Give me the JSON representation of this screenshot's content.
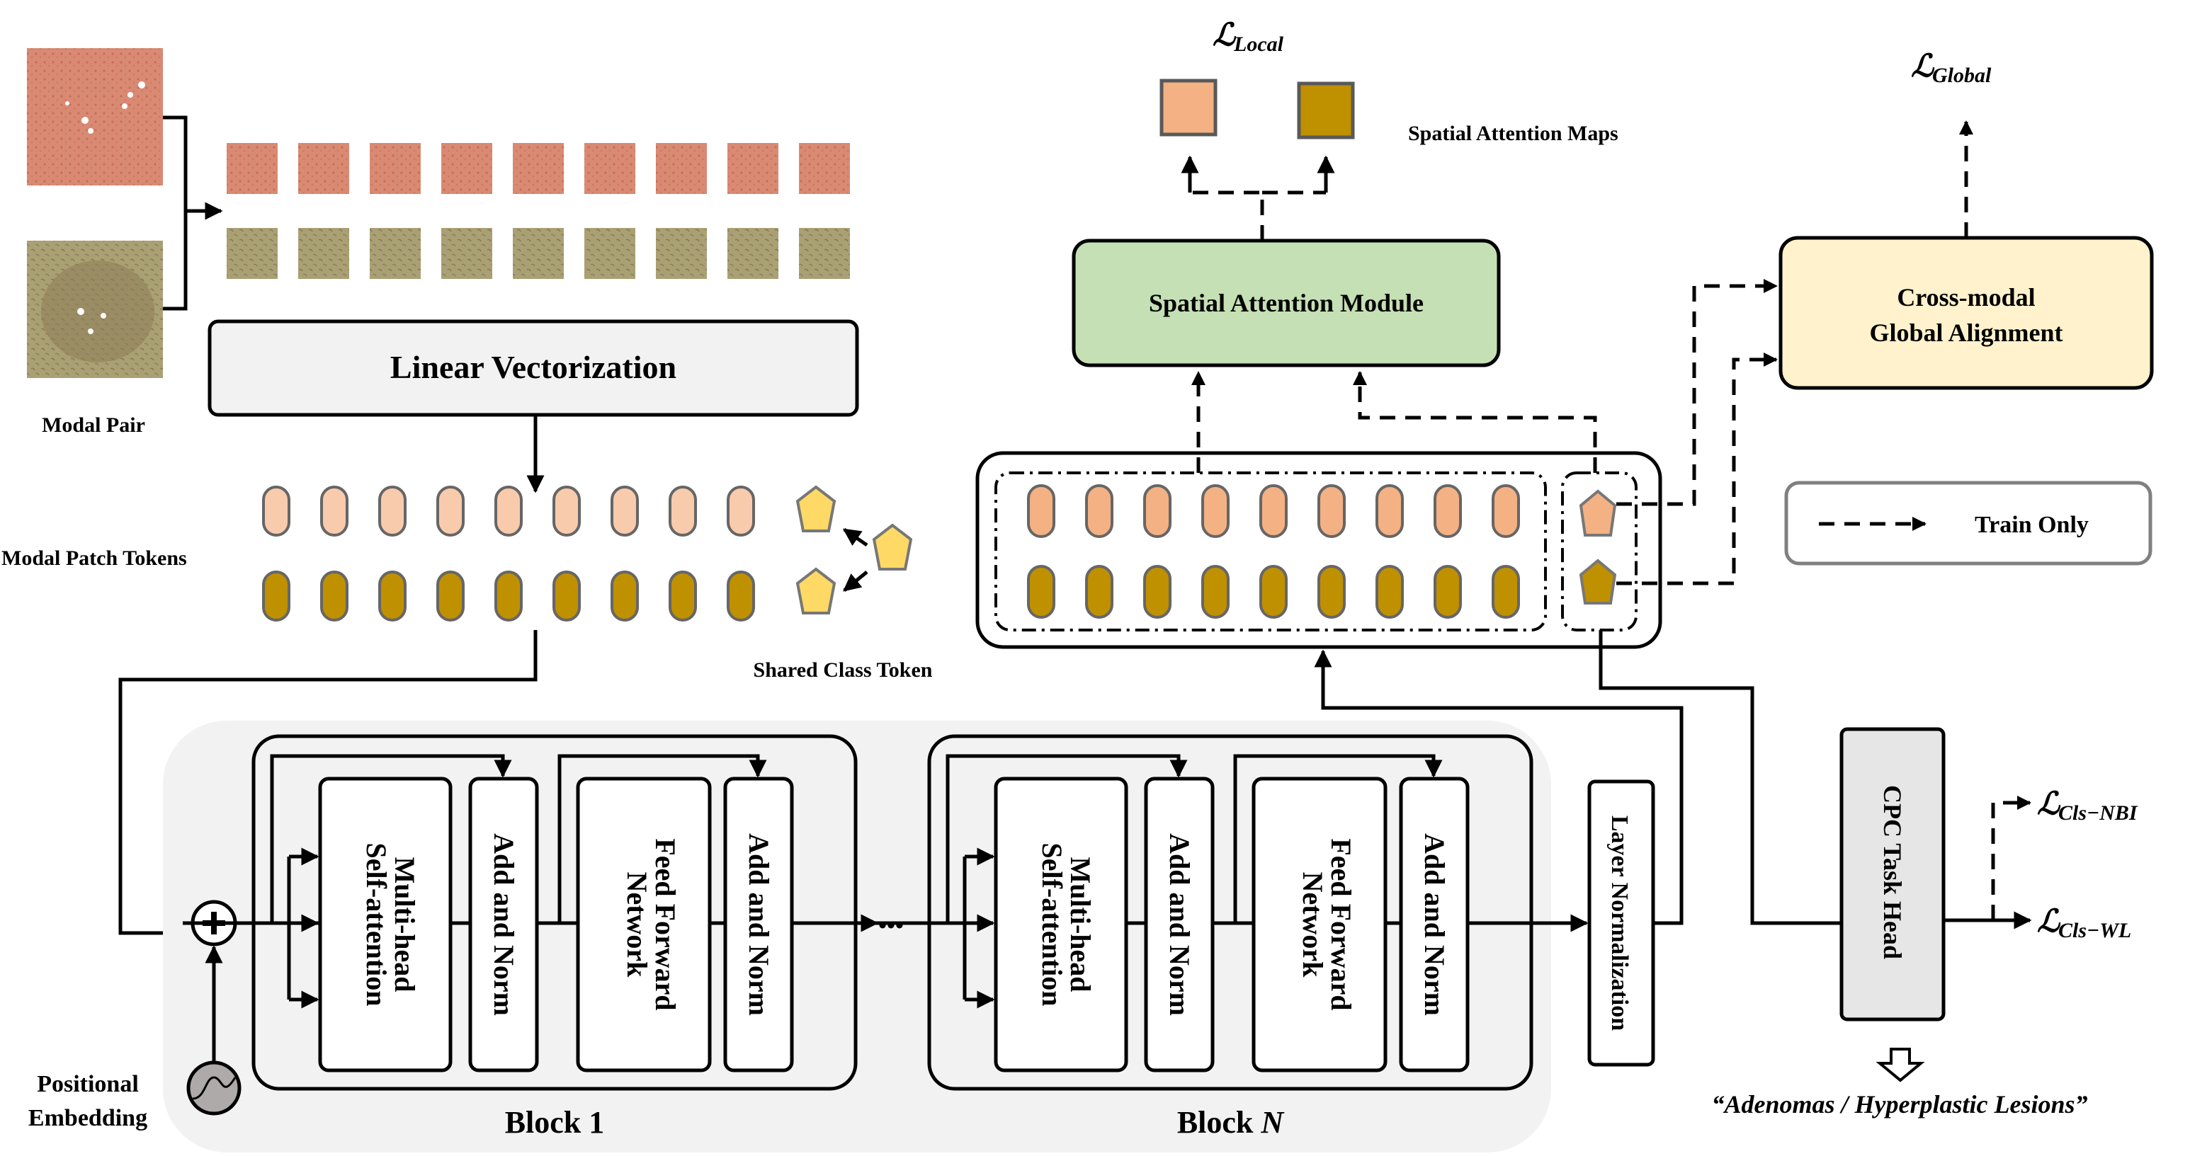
{
  "colors": {
    "wl_token": "#F4B183",
    "wl_token_light": "#F8CBAD",
    "nbi_token": "#BF9000",
    "class_token": "#FFD966",
    "spatial_module_fill": "#C5E0B4",
    "global_align_fill": "#FFF2CC",
    "linear_vec_fill": "#F2F2F2",
    "task_head_fill": "#E7E6E6",
    "backbone_bg": "#F2F2F2",
    "token_stroke": "#666666",
    "wl_patch": "#D9826E",
    "nbi_patch": "#A8A070"
  },
  "labels": {
    "modal_pair": "Modal Pair",
    "linear_vectorization": "Linear Vectorization",
    "modal_patch_tokens": "Modal Patch Tokens",
    "shared_class_token": "Shared Class Token",
    "spatial_attention_module": "Spatial Attention Module",
    "spatial_attention_maps": "Spatial Attention Maps",
    "cross_modal_line1": "Cross-modal",
    "cross_modal_line2": "Global Alignment",
    "train_only": "Train Only",
    "positional_line1": "Positional",
    "positional_line2": "Embedding",
    "layer_normalization": "Layer Normalization",
    "cpc_task_head": "CPC Task Head",
    "output_classes": "“Adenomas / Hyperplastic Lesions”",
    "ellipsis": "•••"
  },
  "losses": {
    "local": {
      "symbol": "ℒ",
      "sub": "Local"
    },
    "global": {
      "symbol": "ℒ",
      "sub": "Global"
    },
    "cls_nbi": {
      "symbol": "ℒ",
      "sub": "Cls−NBI"
    },
    "cls_wl": {
      "symbol": "ℒ",
      "sub": "Cls−WL"
    }
  },
  "blocks": [
    {
      "title": "Block 1",
      "title_main": "Block ",
      "title_index": "1",
      "index_italic": false,
      "mhsa_line1": "Multi-head",
      "mhsa_line2": "Self-attention",
      "add_norm": "Add and Norm",
      "ffn_line1": "Feed Forward",
      "ffn_line2": "Network"
    },
    {
      "title": "Block N",
      "title_main": "Block ",
      "title_index": "N",
      "index_italic": true,
      "mhsa_line1": "Multi-head",
      "mhsa_line2": "Self-attention",
      "add_norm": "Add and Norm",
      "ffn_line1": "Feed Forward",
      "ffn_line2": "Network"
    }
  ],
  "patch_count": 9,
  "token_count": 9
}
